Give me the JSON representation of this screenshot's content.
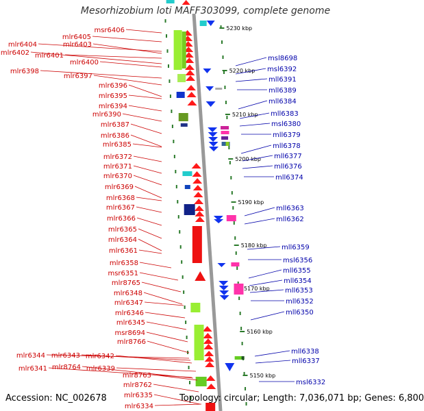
{
  "title": "Mesorhizobium loti MAFF303099, complete genome",
  "footer": {
    "accession": "Accession: NC_002678",
    "info": "Topology: circular; Length: 7,036,071 bp; Genes: 6,800"
  },
  "colors": {
    "left_label": "#cc0000",
    "right_label": "#0000aa",
    "tick": "#2a7a2a",
    "axis": "#999999"
  },
  "kbp_ticks": [
    "5230 kbp",
    "5220 kbp",
    "5210 kbp",
    "5200 kbp",
    "5190 kbp",
    "5180 kbp",
    "5170 kbp",
    "5160 kbp",
    "5150 kbp"
  ],
  "left_genes": [
    "msr6406",
    "mlr6405",
    "mlr6404",
    "mlr6403",
    "mlr6402",
    "mlr6401",
    "mlr6400",
    "mlr6398",
    "mlr6397",
    "mlr6396",
    "mlr6395",
    "mlr6394",
    "mlr6390",
    "mlr6387",
    "mlr6386",
    "mlr6385",
    "mlr6372",
    "mlr6371",
    "mlr6370",
    "mlr6369",
    "mlr6368",
    "mlr6367",
    "mlr6366",
    "mlr6365",
    "mlr6364",
    "mlr6361",
    "mlr6358",
    "msr6351",
    "mlr8765",
    "mlr6348",
    "mlr6347",
    "mlr6346",
    "mlr6345",
    "msr8694",
    "mlr8766",
    "mlr6344",
    "mlr6343",
    "mlr6342",
    "mlr6341",
    "mlr8764",
    "mlr6339",
    "mlr8763",
    "mlr8762",
    "mlr6335",
    "mlr6334"
  ],
  "right_genes": [
    "msl8698",
    "msl6392",
    "mll6391",
    "mll6389",
    "mll6384",
    "mll6383",
    "msl6380",
    "mll6379",
    "mll6378",
    "mll6377",
    "mll6376",
    "mll6374",
    "mll6363",
    "mll6362",
    "mll6359",
    "msl6356",
    "mll6355",
    "mll6354",
    "mll6353",
    "mll6352",
    "mll6350",
    "mll6338",
    "mll6337",
    "msl6332"
  ]
}
